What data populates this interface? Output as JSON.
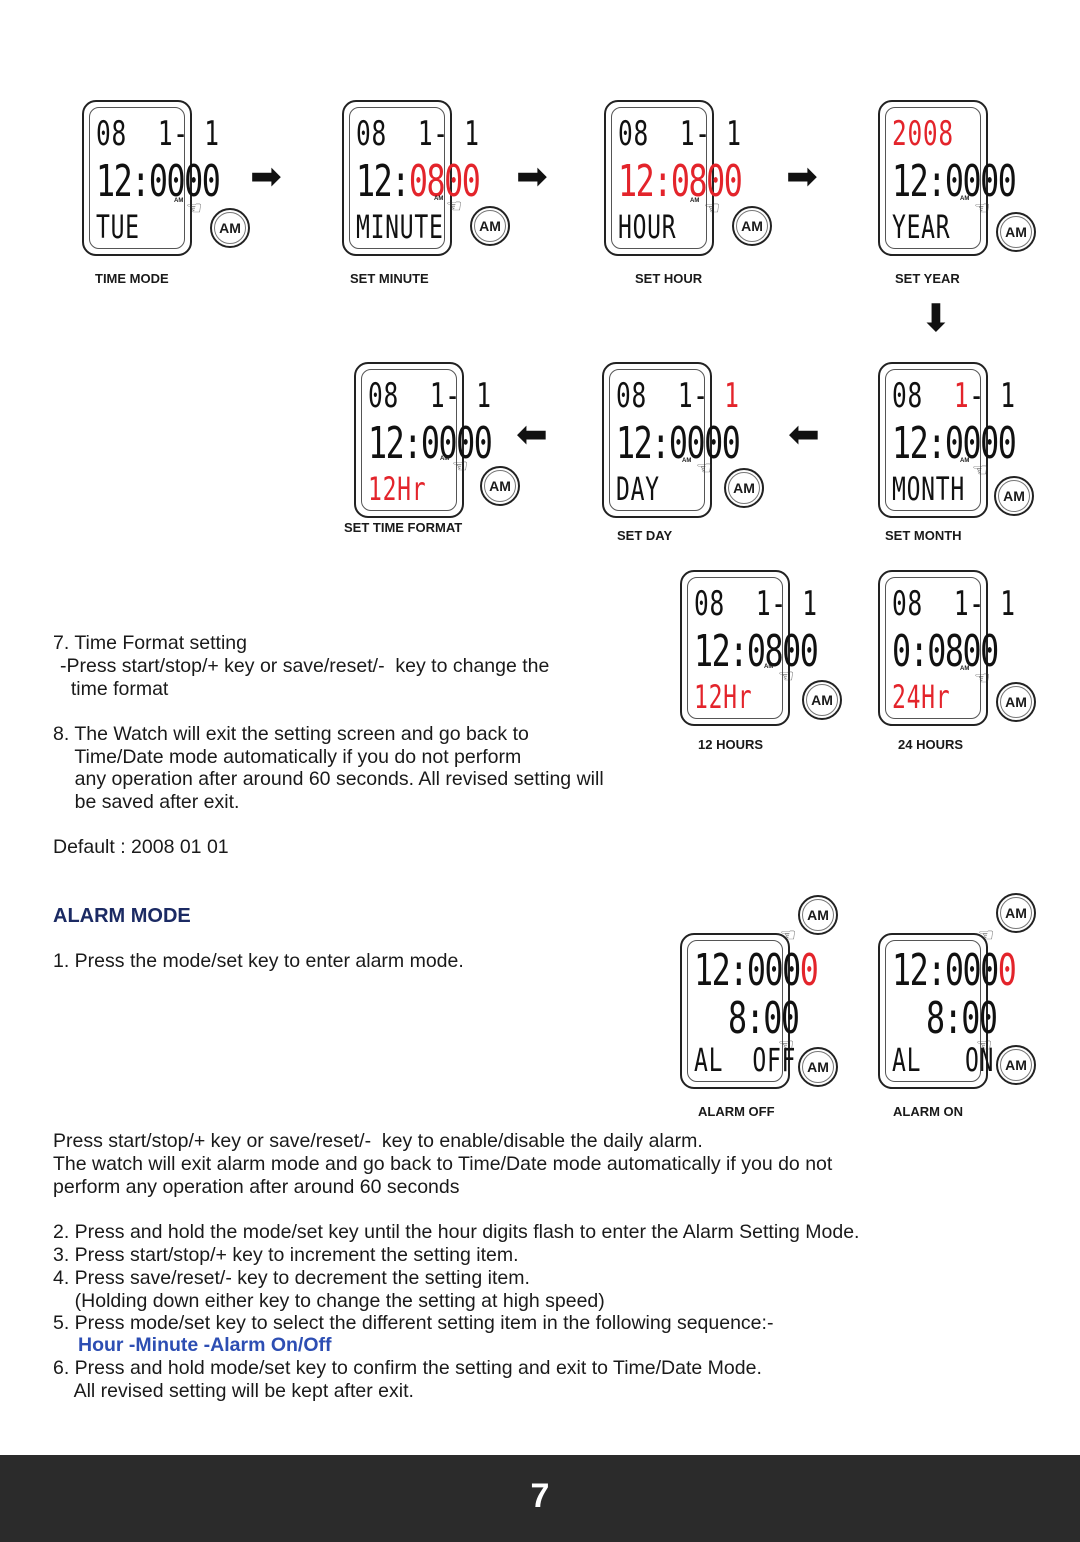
{
  "screens": [
    {
      "caption": "TIME MODE",
      "r1": "08  1- 1",
      "r2a": "12:0000",
      "r2b": "",
      "r3": "TUE",
      "r3red": false,
      "redrow": "none"
    },
    {
      "caption": "SET MINUTE",
      "r1": "08  1- 1",
      "r2a": "12:",
      "r2b": "0800",
      "r3": "MINUTE",
      "r3red": false
    },
    {
      "caption": "SET HOUR",
      "r1": "08  1- 1",
      "r2a": "",
      "r2b": "12:0800",
      "r3": "HOUR",
      "r3red": false
    },
    {
      "caption": "SET YEAR",
      "r1": "2008",
      "r2a": "12:0000",
      "r2b": "",
      "r3": "YEAR",
      "r3red": false
    },
    {
      "caption": "SET TIME FORMAT",
      "r1": "08  1- 1",
      "r2a": "12:0000",
      "r2b": "",
      "r3": "12Hr",
      "r3red": true
    },
    {
      "caption": "SET DAY",
      "r1": "08  1- 1",
      "r2a": "12:0000",
      "r2b": "",
      "r3": "DAY",
      "r3red": false
    },
    {
      "caption": "SET MONTH",
      "r1": "08  1- 1",
      "r2a": "12:0000",
      "r2b": "",
      "r3": "MONTH",
      "r3red": false
    },
    {
      "caption": "12 HOURS",
      "r1": "08  1- 1",
      "r2a": "12:0800",
      "r2b": "",
      "r3": "12Hr",
      "r3red": true
    },
    {
      "caption": "24 HOURS",
      "r1": "08  1- 1",
      "r2a": "0:0800",
      "r2b": "",
      "r3": "24Hr",
      "r3red": true
    },
    {
      "caption": "ALARM OFF",
      "r1": "12:0000",
      "r2a": "8:00",
      "r2b": "",
      "r3": "AL  OFF",
      "r3red": false
    },
    {
      "caption": "ALARM ON",
      "r1": "12:0000",
      "r2a": "8:00",
      "r2b": "",
      "r3": "AL   ON",
      "r3red": false
    }
  ],
  "button_label": "AM",
  "mini_label": "AM",
  "section7": {
    "title": "7. Time Format setting",
    "line1": "-Press start/stop/+ key or save/reset/-  key to change the",
    "line2": "  time format"
  },
  "section8": {
    "line1": "8. The Watch will exit the setting screen and go back to",
    "line2": "    Time/Date mode automatically if you do not perform",
    "line3": "    any operation after around 60 seconds. All revised setting will",
    "line4": "    be saved after exit."
  },
  "default_text": "Default : 2008 01 01",
  "alarm_heading": "ALARM MODE",
  "alarm_step1": "1. Press the mode/set key to enter alarm mode.",
  "alarm_para": [
    "Press start/stop/+ key or save/reset/-  key to enable/disable the daily alarm.",
    "The watch will exit alarm mode and go back to Time/Date mode automatically if you do not",
    "perform any operation after around 60 seconds"
  ],
  "steps": [
    "2. Press and hold the mode/set key until the hour digits flash to enter the Alarm Setting Mode.",
    "3. Press start/stop/+ key to increment the setting item.",
    "4. Press save/reset/- key to decrement the setting item.",
    "    (Holding down either key to change the setting at high speed)",
    "5. Press mode/set key to select the different setting item in the following sequence:-"
  ],
  "sequence": "Hour -Minute -Alarm On/Off",
  "steps_after": [
    "6. Press and hold mode/set key to confirm the setting and exit to Time/Date Mode.",
    "    All revised setting will be kept after exit."
  ],
  "page_number": "7",
  "colors": {
    "highlight": "#e3242b",
    "heading": "#1b2a63",
    "sequence": "#2d4eb3",
    "footer": "#2b2b2b"
  }
}
